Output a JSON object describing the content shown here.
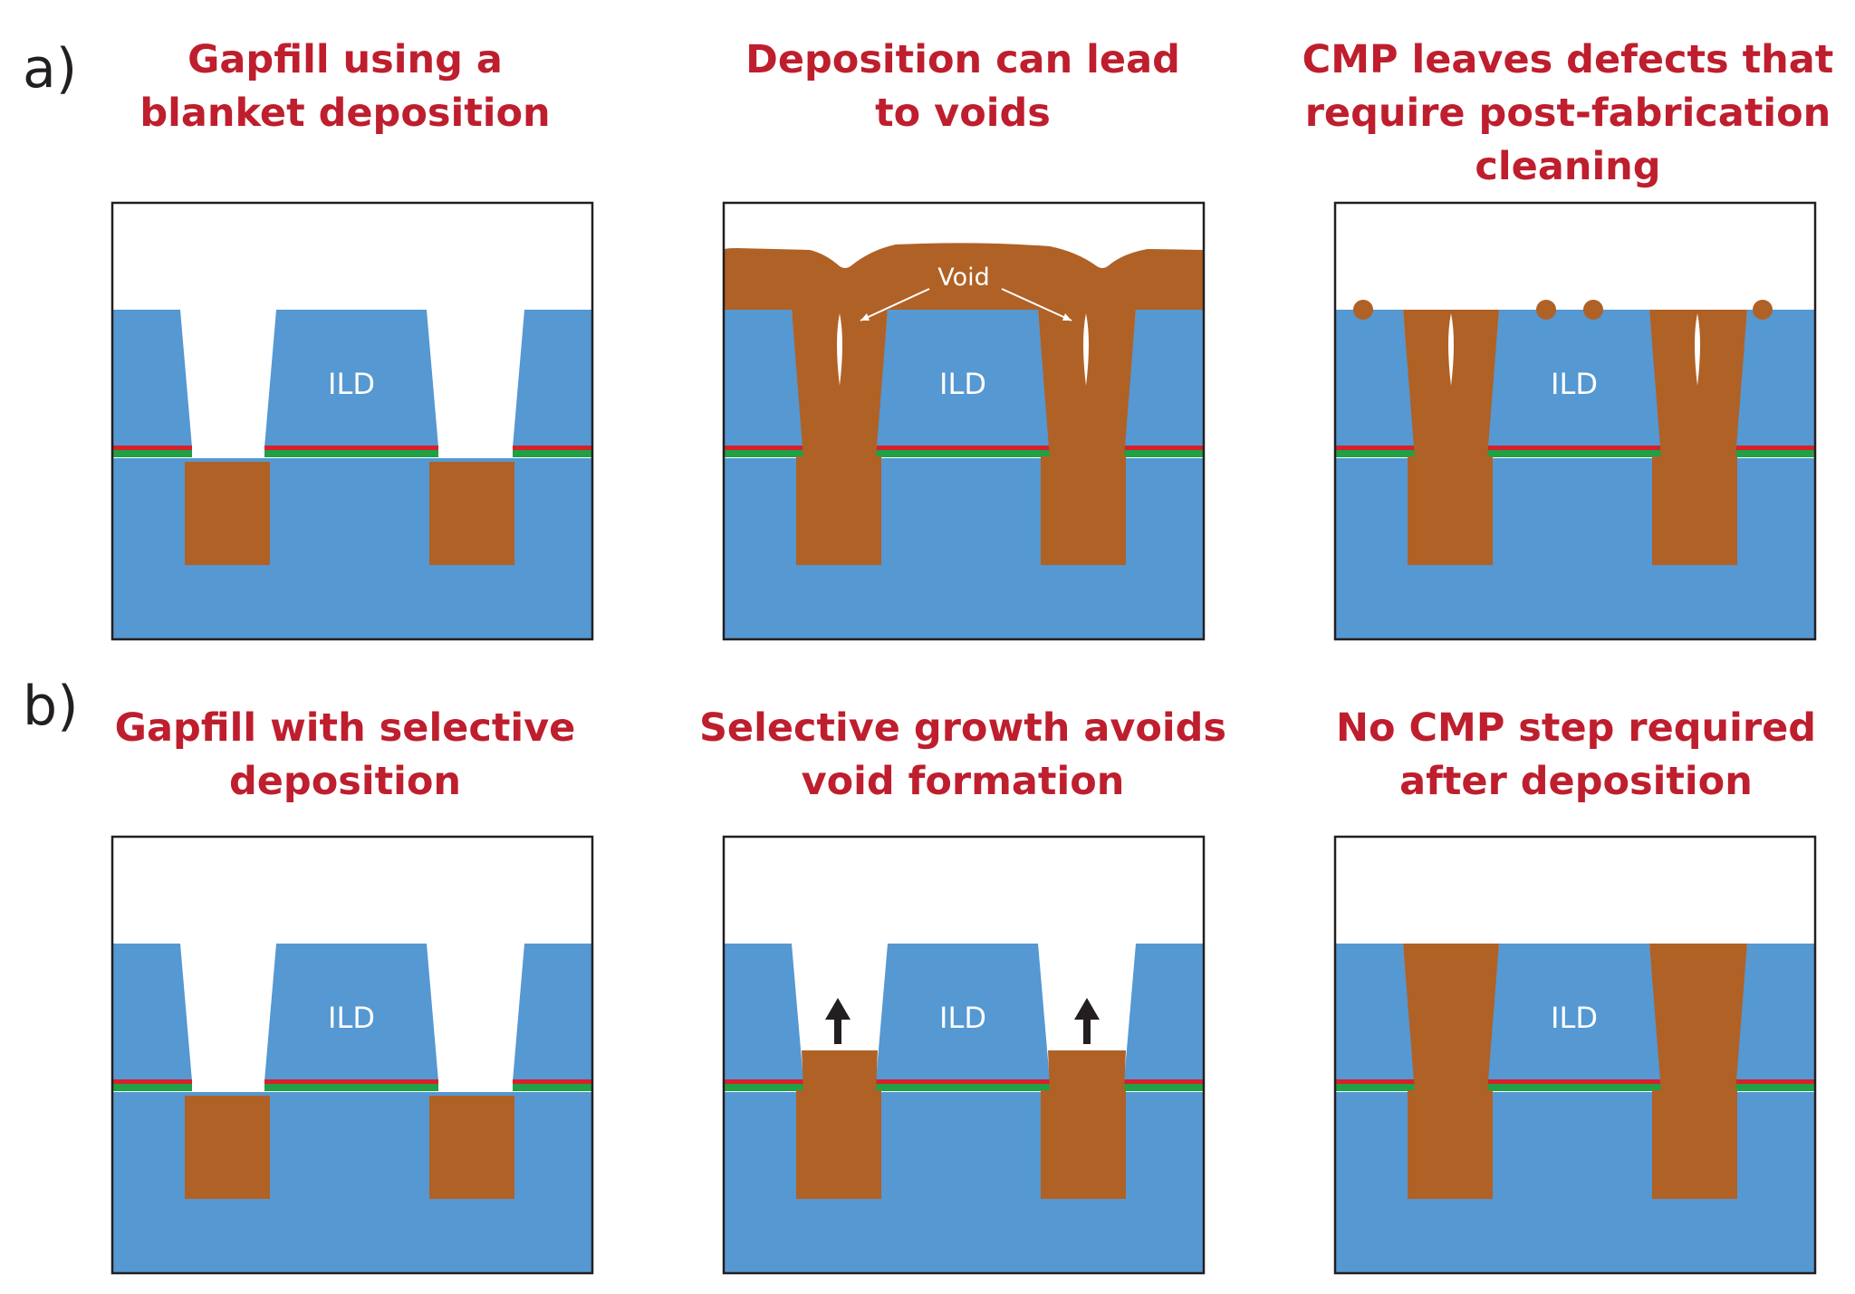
{
  "colors": {
    "ild": "#5598d2",
    "metal": "#b06126",
    "barrier_red": "#d7202c",
    "barrier_green": "#21a045",
    "title": "#be1e2d",
    "frame": "#231f20",
    "void": "#ffffff"
  },
  "rows": [
    {
      "label": "a)",
      "panels": [
        {
          "title_lines": [
            "Gapfill using a",
            "blanket deposition"
          ],
          "ild_label": "ILD",
          "stage": "empty-trench"
        },
        {
          "title_lines": [
            "Deposition can lead",
            "to voids"
          ],
          "ild_label": "ILD",
          "stage": "overburden-voids",
          "annotation": "Void"
        },
        {
          "title_lines": [
            "CMP leaves defects that",
            "require post-fabrication",
            "cleaning"
          ],
          "ild_label": "ILD",
          "stage": "cmp-defects"
        }
      ]
    },
    {
      "label": "b)",
      "panels": [
        {
          "title_lines": [
            "Gapfill with selective",
            "deposition"
          ],
          "ild_label": "ILD",
          "stage": "empty-trench"
        },
        {
          "title_lines": [
            "Selective growth avoids",
            "void formation"
          ],
          "ild_label": "ILD",
          "stage": "bottom-up-growth",
          "icon": "up-arrow-icon"
        },
        {
          "title_lines": [
            "No CMP step required",
            "after deposition"
          ],
          "ild_label": "ILD",
          "stage": "filled-flush"
        }
      ]
    }
  ]
}
